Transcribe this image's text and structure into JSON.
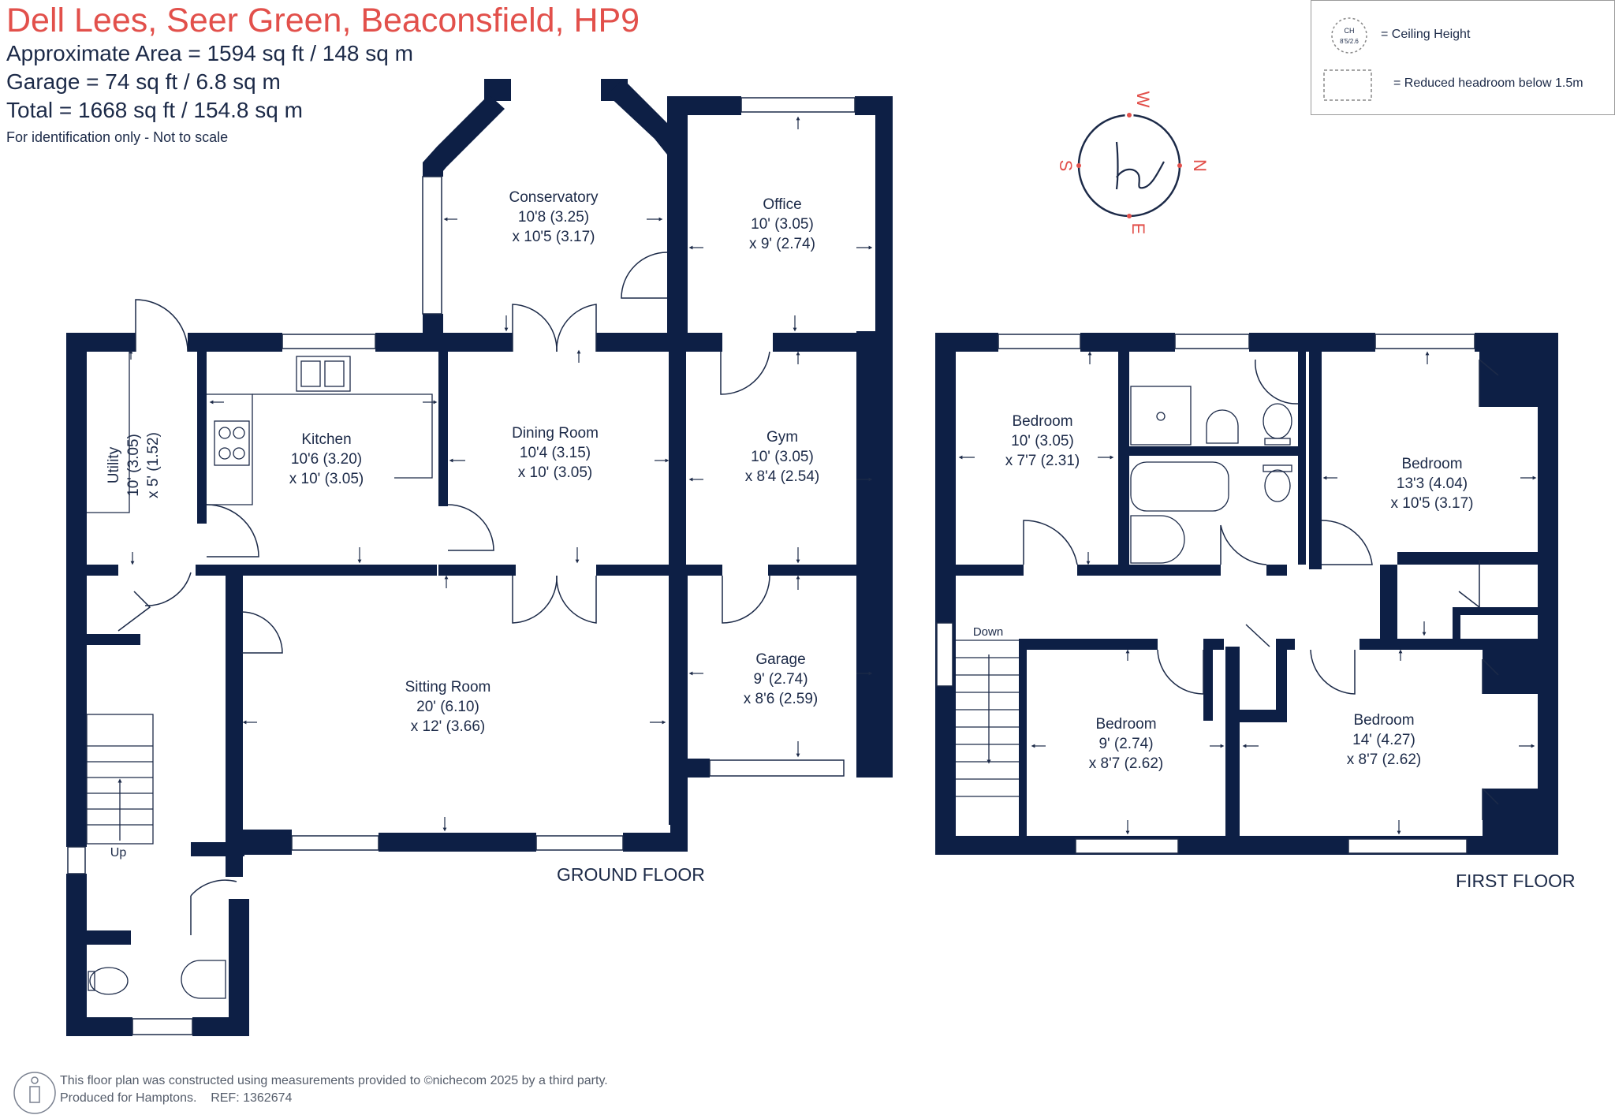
{
  "header": {
    "title": "Dell Lees, Seer Green, Beaconsfield, HP9",
    "area": "Approximate Area = 1594 sq ft / 148 sq m",
    "garage": "Garage = 74 sq ft / 6.8 sq m",
    "total": "Total = 1668 sq ft / 154.8 sq m",
    "note": "For identification only - Not to scale"
  },
  "legend": {
    "ch_badge_line1": "CH",
    "ch_badge_line2": "8'5/2.6",
    "ceiling_height": "= Ceiling Height",
    "reduced_headroom": "= Reduced headroom below 1.5m"
  },
  "compass": {
    "west": "W",
    "north": "N",
    "south": "S",
    "east": "E"
  },
  "floors": {
    "ground": "GROUND FLOOR",
    "first": "FIRST FLOOR"
  },
  "rooms": {
    "conservatory": {
      "name": "Conservatory",
      "dim1": "10'8 (3.25)",
      "dim2": "x 10'5 (3.17)"
    },
    "office": {
      "name": "Office",
      "dim1": "10' (3.05)",
      "dim2": "x 9' (2.74)"
    },
    "kitchen": {
      "name": "Kitchen",
      "dim1": "10'6 (3.20)",
      "dim2": "x 10' (3.05)"
    },
    "dining": {
      "name": "Dining Room",
      "dim1": "10'4 (3.15)",
      "dim2": "x 10' (3.05)"
    },
    "gym": {
      "name": "Gym",
      "dim1": "10' (3.05)",
      "dim2": "x 8'4 (2.54)"
    },
    "utility": {
      "name": "Utility",
      "dim1": "10' (3.05)",
      "dim2": "x 5' (1.52)"
    },
    "sitting": {
      "name": "Sitting Room",
      "dim1": "20' (6.10)",
      "dim2": "x 12' (3.66)"
    },
    "garage": {
      "name": "Garage",
      "dim1": "9' (2.74)",
      "dim2": "x 8'6 (2.59)"
    },
    "bed1": {
      "name": "Bedroom",
      "dim1": "10' (3.05)",
      "dim2": "x 7'7 (2.31)"
    },
    "bed2": {
      "name": "Bedroom",
      "dim1": "13'3 (4.04)",
      "dim2": "x 10'5 (3.17)"
    },
    "bed3": {
      "name": "Bedroom",
      "dim1": "9' (2.74)",
      "dim2": "x 8'7 (2.62)"
    },
    "bed4": {
      "name": "Bedroom",
      "dim1": "14' (4.27)",
      "dim2": "x 8'7 (2.62)"
    }
  },
  "stairs": {
    "up": "Up",
    "down": "Down"
  },
  "footer": {
    "line1_prefix": "This floor plan was constructed using measurements provided to",
    "brand": "nichecom",
    "line1_suffix": "2025 by a third party.",
    "line2": "Produced for Hamptons.",
    "ref": "REF:  1362674"
  },
  "colors": {
    "wall": "#0d1f45",
    "accent": "#e2504b",
    "text": "#1c2a48"
  }
}
